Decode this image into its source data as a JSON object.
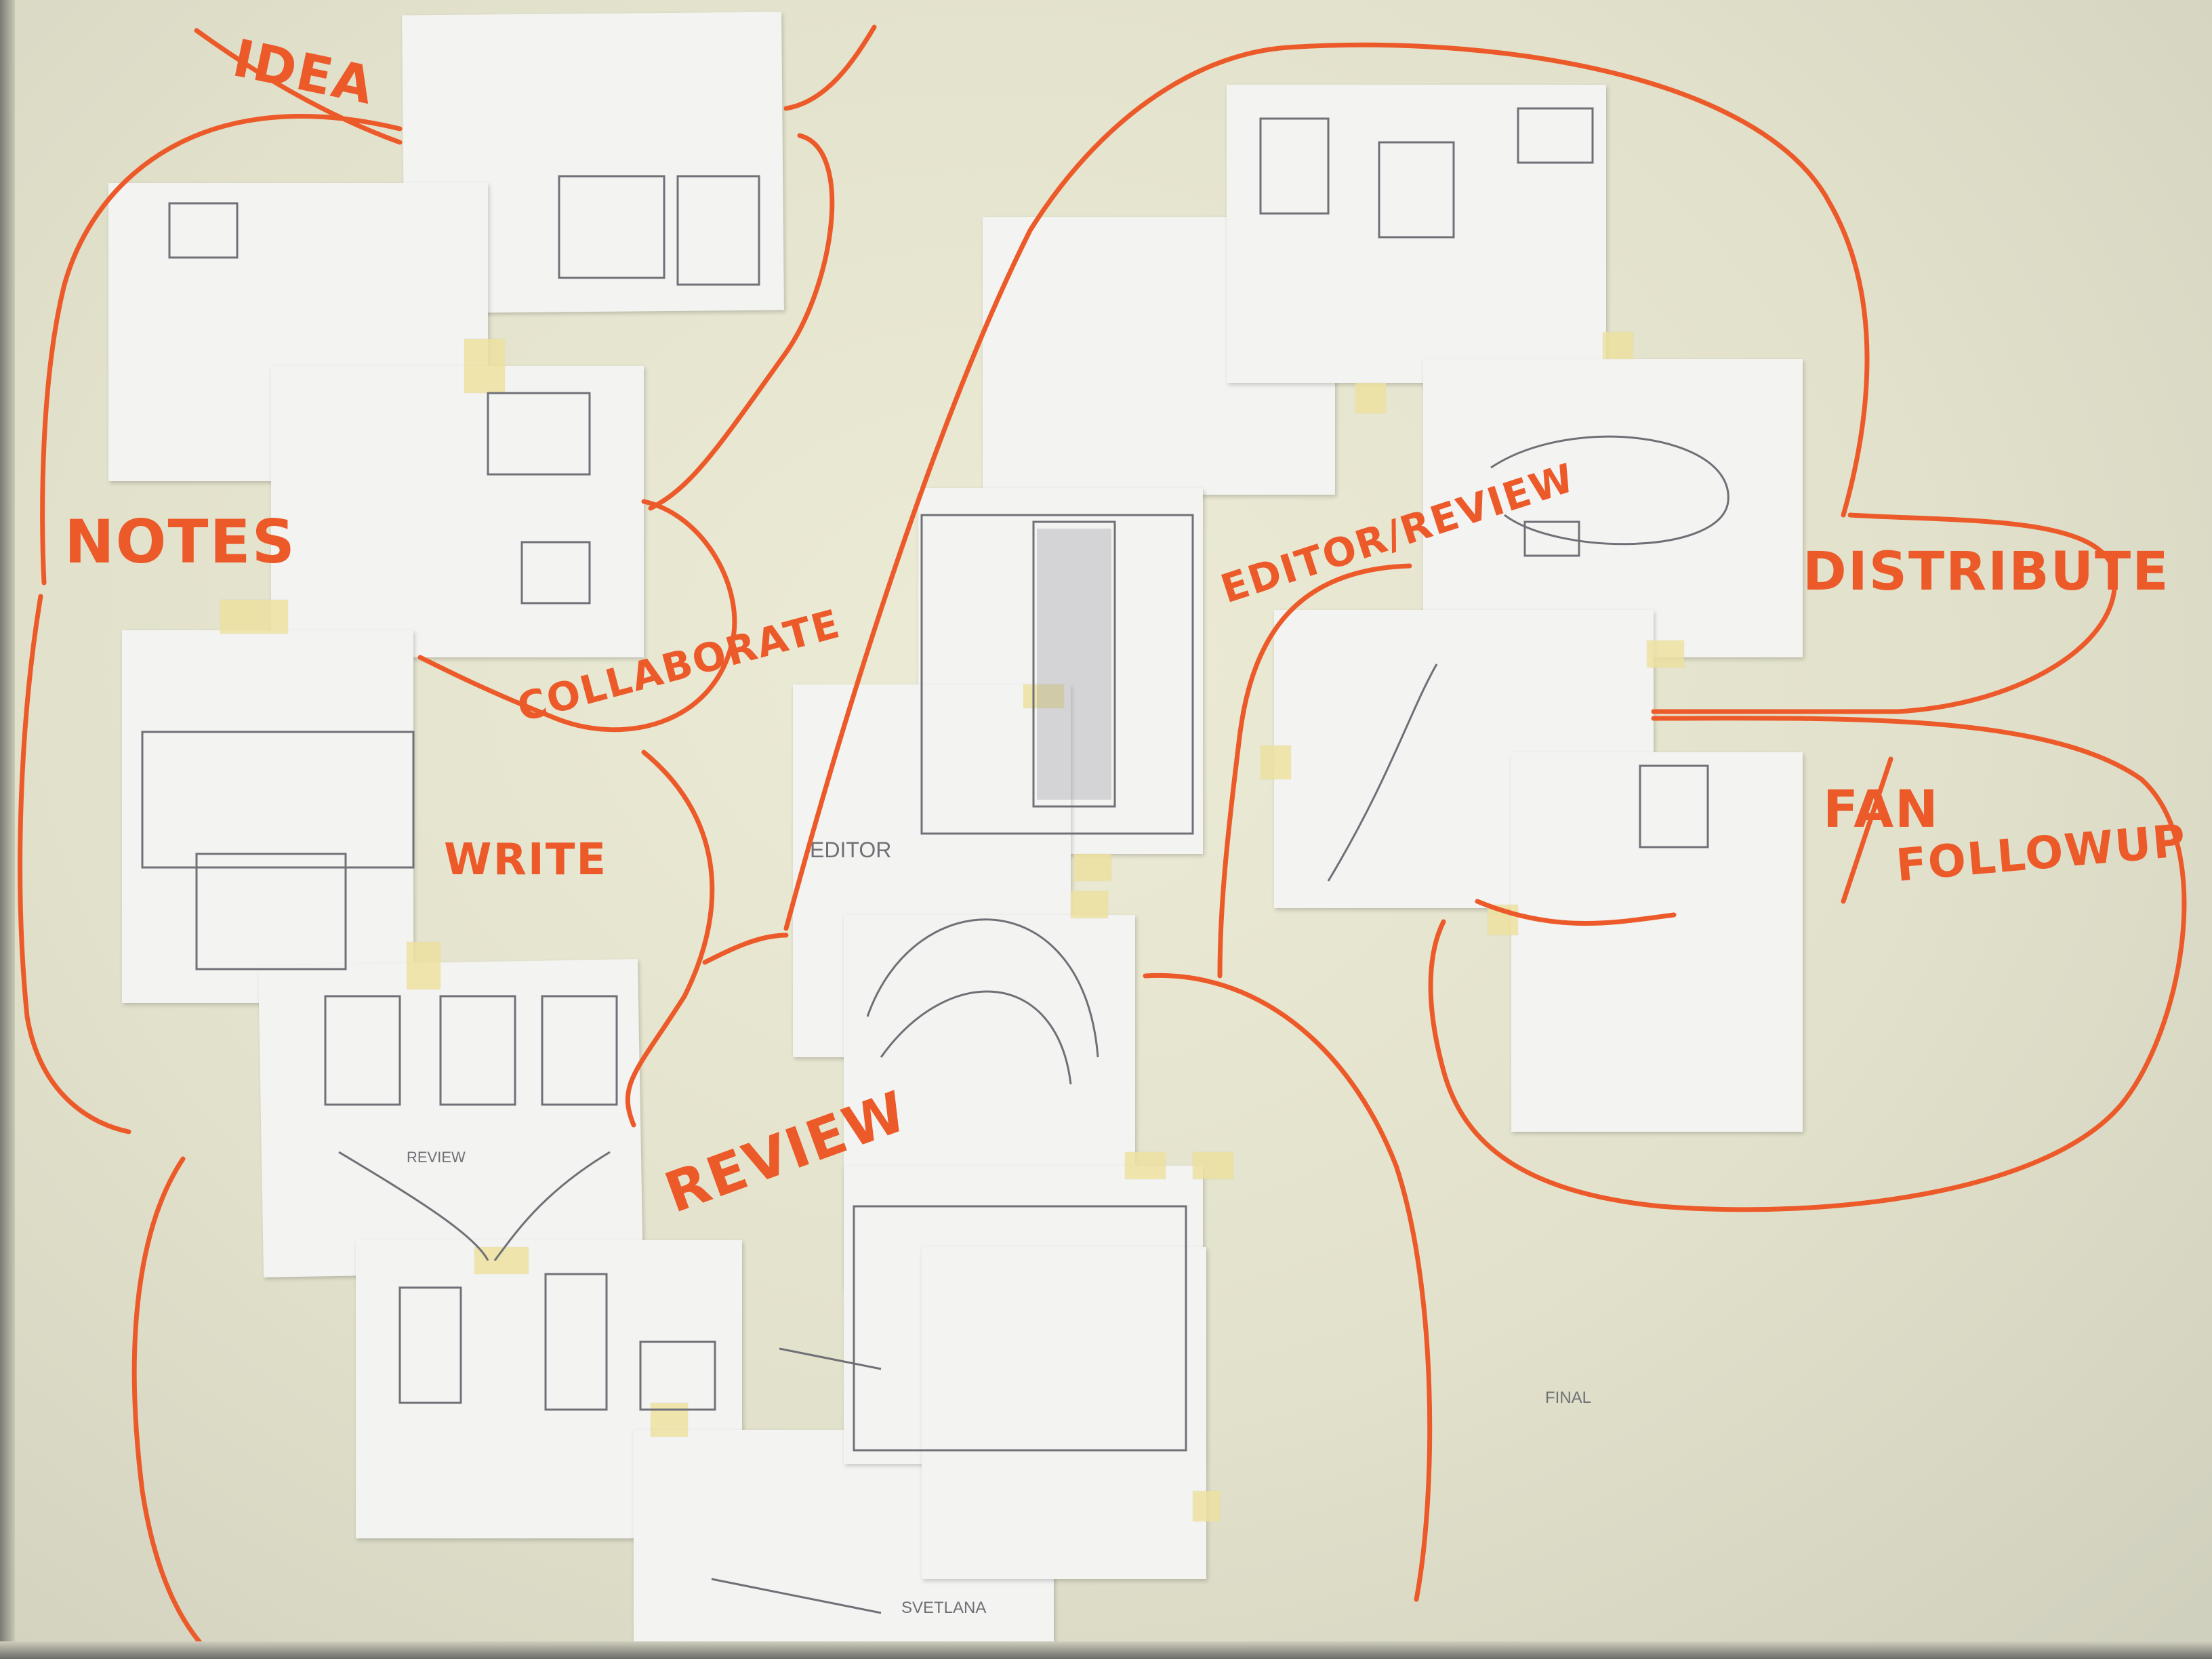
{
  "board": {
    "marker_color": "#ec5a2a",
    "labels": {
      "idea": "IDEA",
      "notes": "NOTES",
      "collaborate": "COLLABORATE",
      "write": "WRITE",
      "review": "REVIEW",
      "editor_review": "EDITOR/REVIEW",
      "distribute": "DISTRIBUTE",
      "fan": "FAN",
      "followup": "FOLLOWUP"
    },
    "sketch_text": {
      "editor": "EDITOR",
      "svetlana": "SVETLANA",
      "final": "FINAL",
      "review_word": "REVIEW"
    }
  }
}
